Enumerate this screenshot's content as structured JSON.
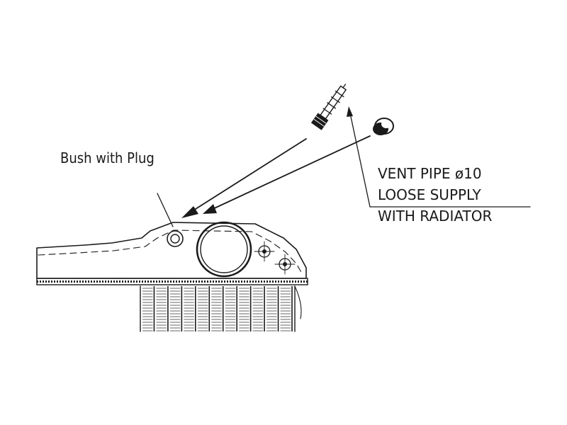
{
  "diagram": {
    "callout_bush": "Bush with Plug",
    "note_line1": "VENT PIPE ø10",
    "note_line2": "LOOSE SUPPLY",
    "note_line3": "WITH RADIATOR"
  }
}
